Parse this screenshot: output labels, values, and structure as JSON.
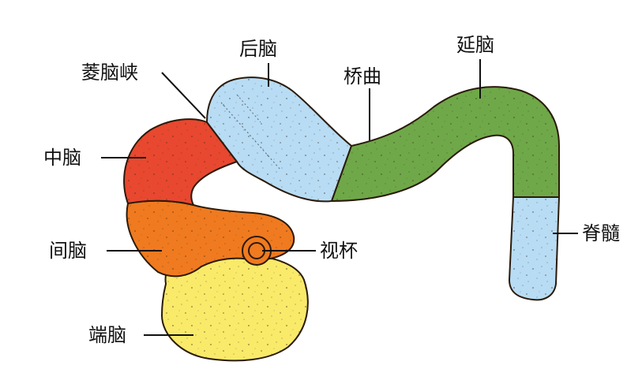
{
  "labels": {
    "rhombencephalic_isthmus": "菱脑峡",
    "hindbrain": "后脑",
    "pontine_flexure": "桥曲",
    "medulla": "延脑",
    "midbrain": "中脑",
    "diencephalon": "间脑",
    "optic_cup": "视杯",
    "spinal_cord": "脊髓",
    "telencephalon": "端脑"
  },
  "colors": {
    "midbrain": "#e8482f",
    "diencephalon": "#f07a1f",
    "telencephalon": "#f9ea6a",
    "hindbrain": "#b8dcf4",
    "medulla": "#6fa849",
    "spinal_cord": "#b8dcf4"
  }
}
